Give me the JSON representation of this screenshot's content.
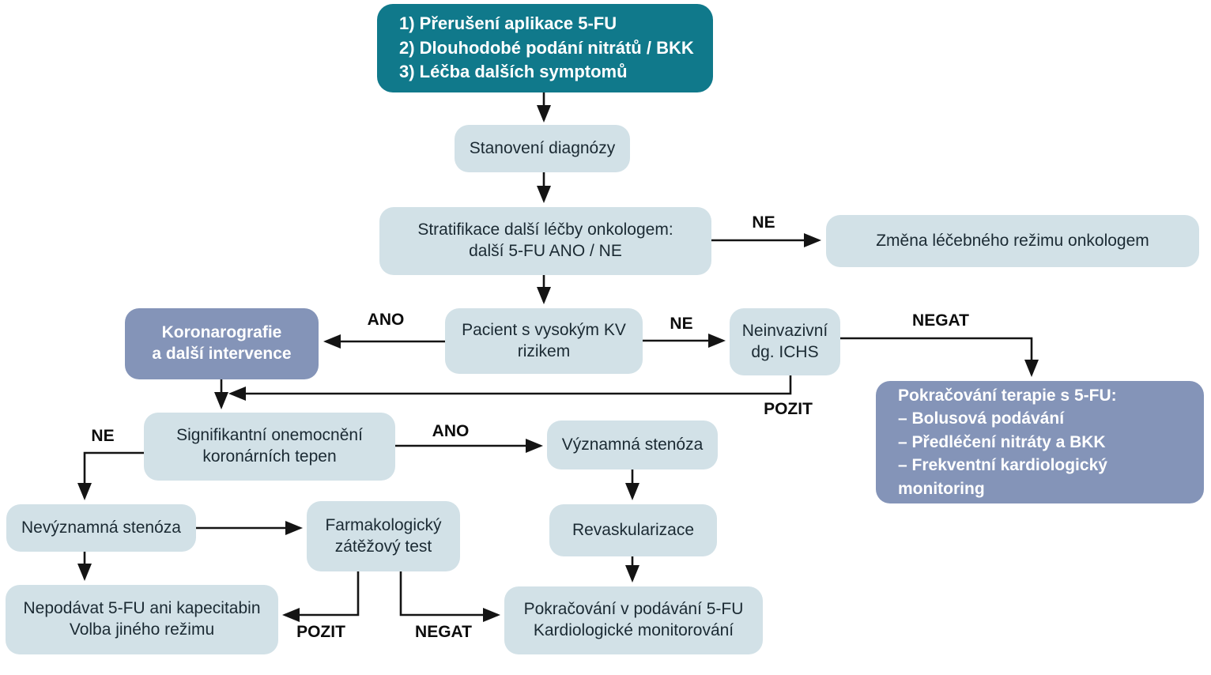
{
  "flowchart": {
    "boxes": {
      "interrupt": {
        "text": "1) Přerušení aplikace 5-FU\n2) Dlouhodobé podání nitrátů / BKK\n3) Léčba dalších symptomů"
      },
      "diagnosis": {
        "text": "Stanovení diagnózy"
      },
      "stratification": {
        "text": "Stratifikace další léčby onkologem:\ndalší 5-FU  ANO / NE"
      },
      "regimen_change": {
        "text": "Změna léčebného režimu onkologem"
      },
      "coronarography": {
        "text": "Koronarografie\na další intervence"
      },
      "high_risk_patient": {
        "text": "Pacient s vysokým KV\nrizikem"
      },
      "noninvasive_dg": {
        "text": "Neinvazivní\ndg. ICHS"
      },
      "continue_therapy": {
        "text": "Pokračování terapie s 5-FU:\n– Bolusová podávání\n– Předléčení nitráty a BKK\n– Frekventní kardiologický monitoring"
      },
      "significant_cad": {
        "text": "Signifikantní onemocnění\nkoronárních tepen"
      },
      "significant_stenosis": {
        "text": "Významná stenóza"
      },
      "insignificant_stenosis": {
        "text": "Nevýznamná stenóza"
      },
      "stress_test": {
        "text": "Farmakologický\nzátěžový test"
      },
      "revascularization": {
        "text": "Revaskularizace"
      },
      "no_5fu": {
        "text": "Nepodávat 5-FU ani kapecitabin\nVolba jiného režimu"
      },
      "continue_monitoring": {
        "text": "Pokračování v podávání 5-FU\nKardiologické monitorování"
      }
    },
    "labels": {
      "ne_top": "NE",
      "ano_mid": "ANO",
      "ne_mid": "NE",
      "negat_top": "NEGAT",
      "pozit_mid": "POZIT",
      "ne_left": "NE",
      "ano_bottom": "ANO",
      "pozit_bottom": "POZIT",
      "negat_bottom": "NEGAT"
    },
    "colors": {
      "teal": "#10798b",
      "light_blue": "#d2e1e7",
      "slate_blue": "#8494b8",
      "text_dark": "#1b2a33",
      "arrow": "#141414"
    }
  }
}
